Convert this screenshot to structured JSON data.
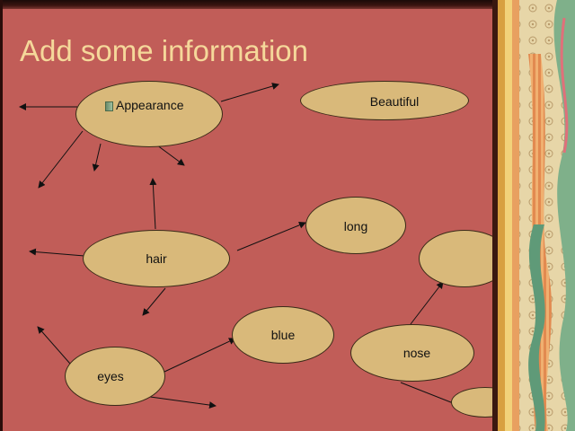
{
  "slide": {
    "title": "Add some information",
    "ovals": {
      "appearance": "Appearance",
      "beautiful": "Beautiful",
      "long": "long",
      "hair": "hair",
      "empty_right": "",
      "blue": "blue",
      "nose": "nose",
      "eyes": "eyes",
      "empty_bottom": ""
    }
  },
  "colors": {
    "background": "#c15d58",
    "title": "#f5d89a",
    "oval_fill": "#d9b97a"
  }
}
